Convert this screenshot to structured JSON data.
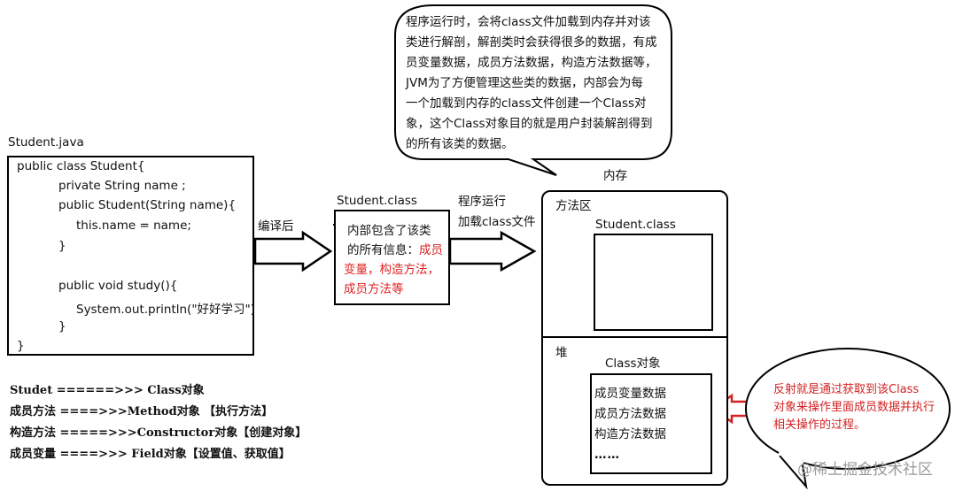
{
  "top_bubble": {
    "lines": [
      "程序运行时，会将class文件加载到内存并对该",
      "类进行解剖，解剖类时会获得很多的数据，有成",
      "员变量数据，成员方法数据，构造方法数据等，",
      "JVM为了方便管理这些类的数据，内部会为每",
      "一个加载到内存的class文件创建一个Class对",
      "象，这个Class对象目的就是用户封装解剖得到",
      "的所有该类的数据。"
    ]
  },
  "source": {
    "filename": "Student.java",
    "code": [
      "public class Student{",
      "private String name ;",
      "public Student(String name){",
      "this.name = name;",
      "}",
      "public void study(){",
      "System.out.println(\"好好学习\")",
      "}",
      "}"
    ]
  },
  "arrow1_label": "编译后",
  "class_file": {
    "title": "Student.class",
    "text_black": "内部包含了该类的所有信息：",
    "lines": [
      "内部包含了该类",
      "的所有信息：",
      "变量，构造方法，",
      "成员方法等"
    ],
    "red_inline": "成员"
  },
  "arrow2_label": [
    "程序运行",
    "加载class文件"
  ],
  "memory": {
    "title": "内存",
    "method_area_label": "方法区",
    "method_area_class": "Student.class",
    "heap_label": "堆",
    "heap_object_label": "Class对象",
    "heap_items": [
      "成员变量数据",
      "成员方法数据",
      "构造方法数据",
      "……"
    ]
  },
  "right_bubble": {
    "lines": [
      "反射就是通过获取到该Class",
      "对象来操作里面成员数据并执行",
      "相关操作的过程。"
    ]
  },
  "legend": [
    "Studet ======>>> Class对象",
    "成员方法 ====>>>Method对象 【执行方法】",
    "构造方法 =====>>>Constructor对象【创建对象】",
    "成员变量 ====>>> Field对象【设置值、获取值】"
  ],
  "watermark": "@稀土掘金技术社区",
  "colors": {
    "accent_red": "#d22222",
    "line": "#000000",
    "watermark": "#9a9a9a"
  }
}
